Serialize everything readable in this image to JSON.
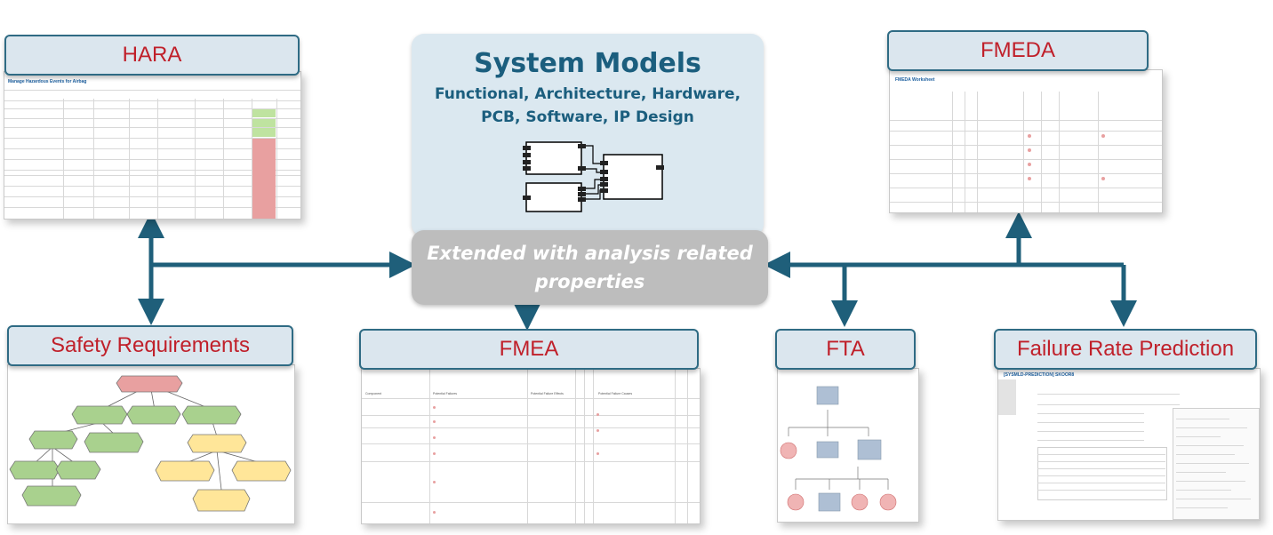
{
  "diagram": {
    "center": {
      "title": "System Models",
      "subtitle_line1": "Functional, Architecture, Hardware,",
      "subtitle_line2": "PCB, Software, IP Design",
      "extension_line1": "Extended with analysis related",
      "extension_line2": "properties"
    },
    "nodes": {
      "hara": "HARA",
      "fmeda": "FMEDA",
      "safety_requirements": "Safety Requirements",
      "fmea": "FMEA",
      "fta": "FTA",
      "failure_rate_prediction": "Failure Rate Prediction"
    },
    "thumbnails": {
      "hara_title": "Manage Hazardous Events for Airbag",
      "fmeda_title": "FMEDA Worksheet",
      "frp_title": "[SYSMLD-PREDICTION] SKOOR8",
      "fmea_columns": [
        "Component",
        "Potential Failures",
        "Potential Failure Effects",
        "Potential Failure Causes"
      ]
    },
    "colors": {
      "label_text": "#c0202a",
      "label_fill": "#dbe6ee",
      "label_border": "#2f6b84",
      "connector": "#1f5f7a",
      "center_fill": "#dbe8f0",
      "center_text": "#1b5e7e",
      "extension_fill": "#bdbdbd"
    }
  }
}
